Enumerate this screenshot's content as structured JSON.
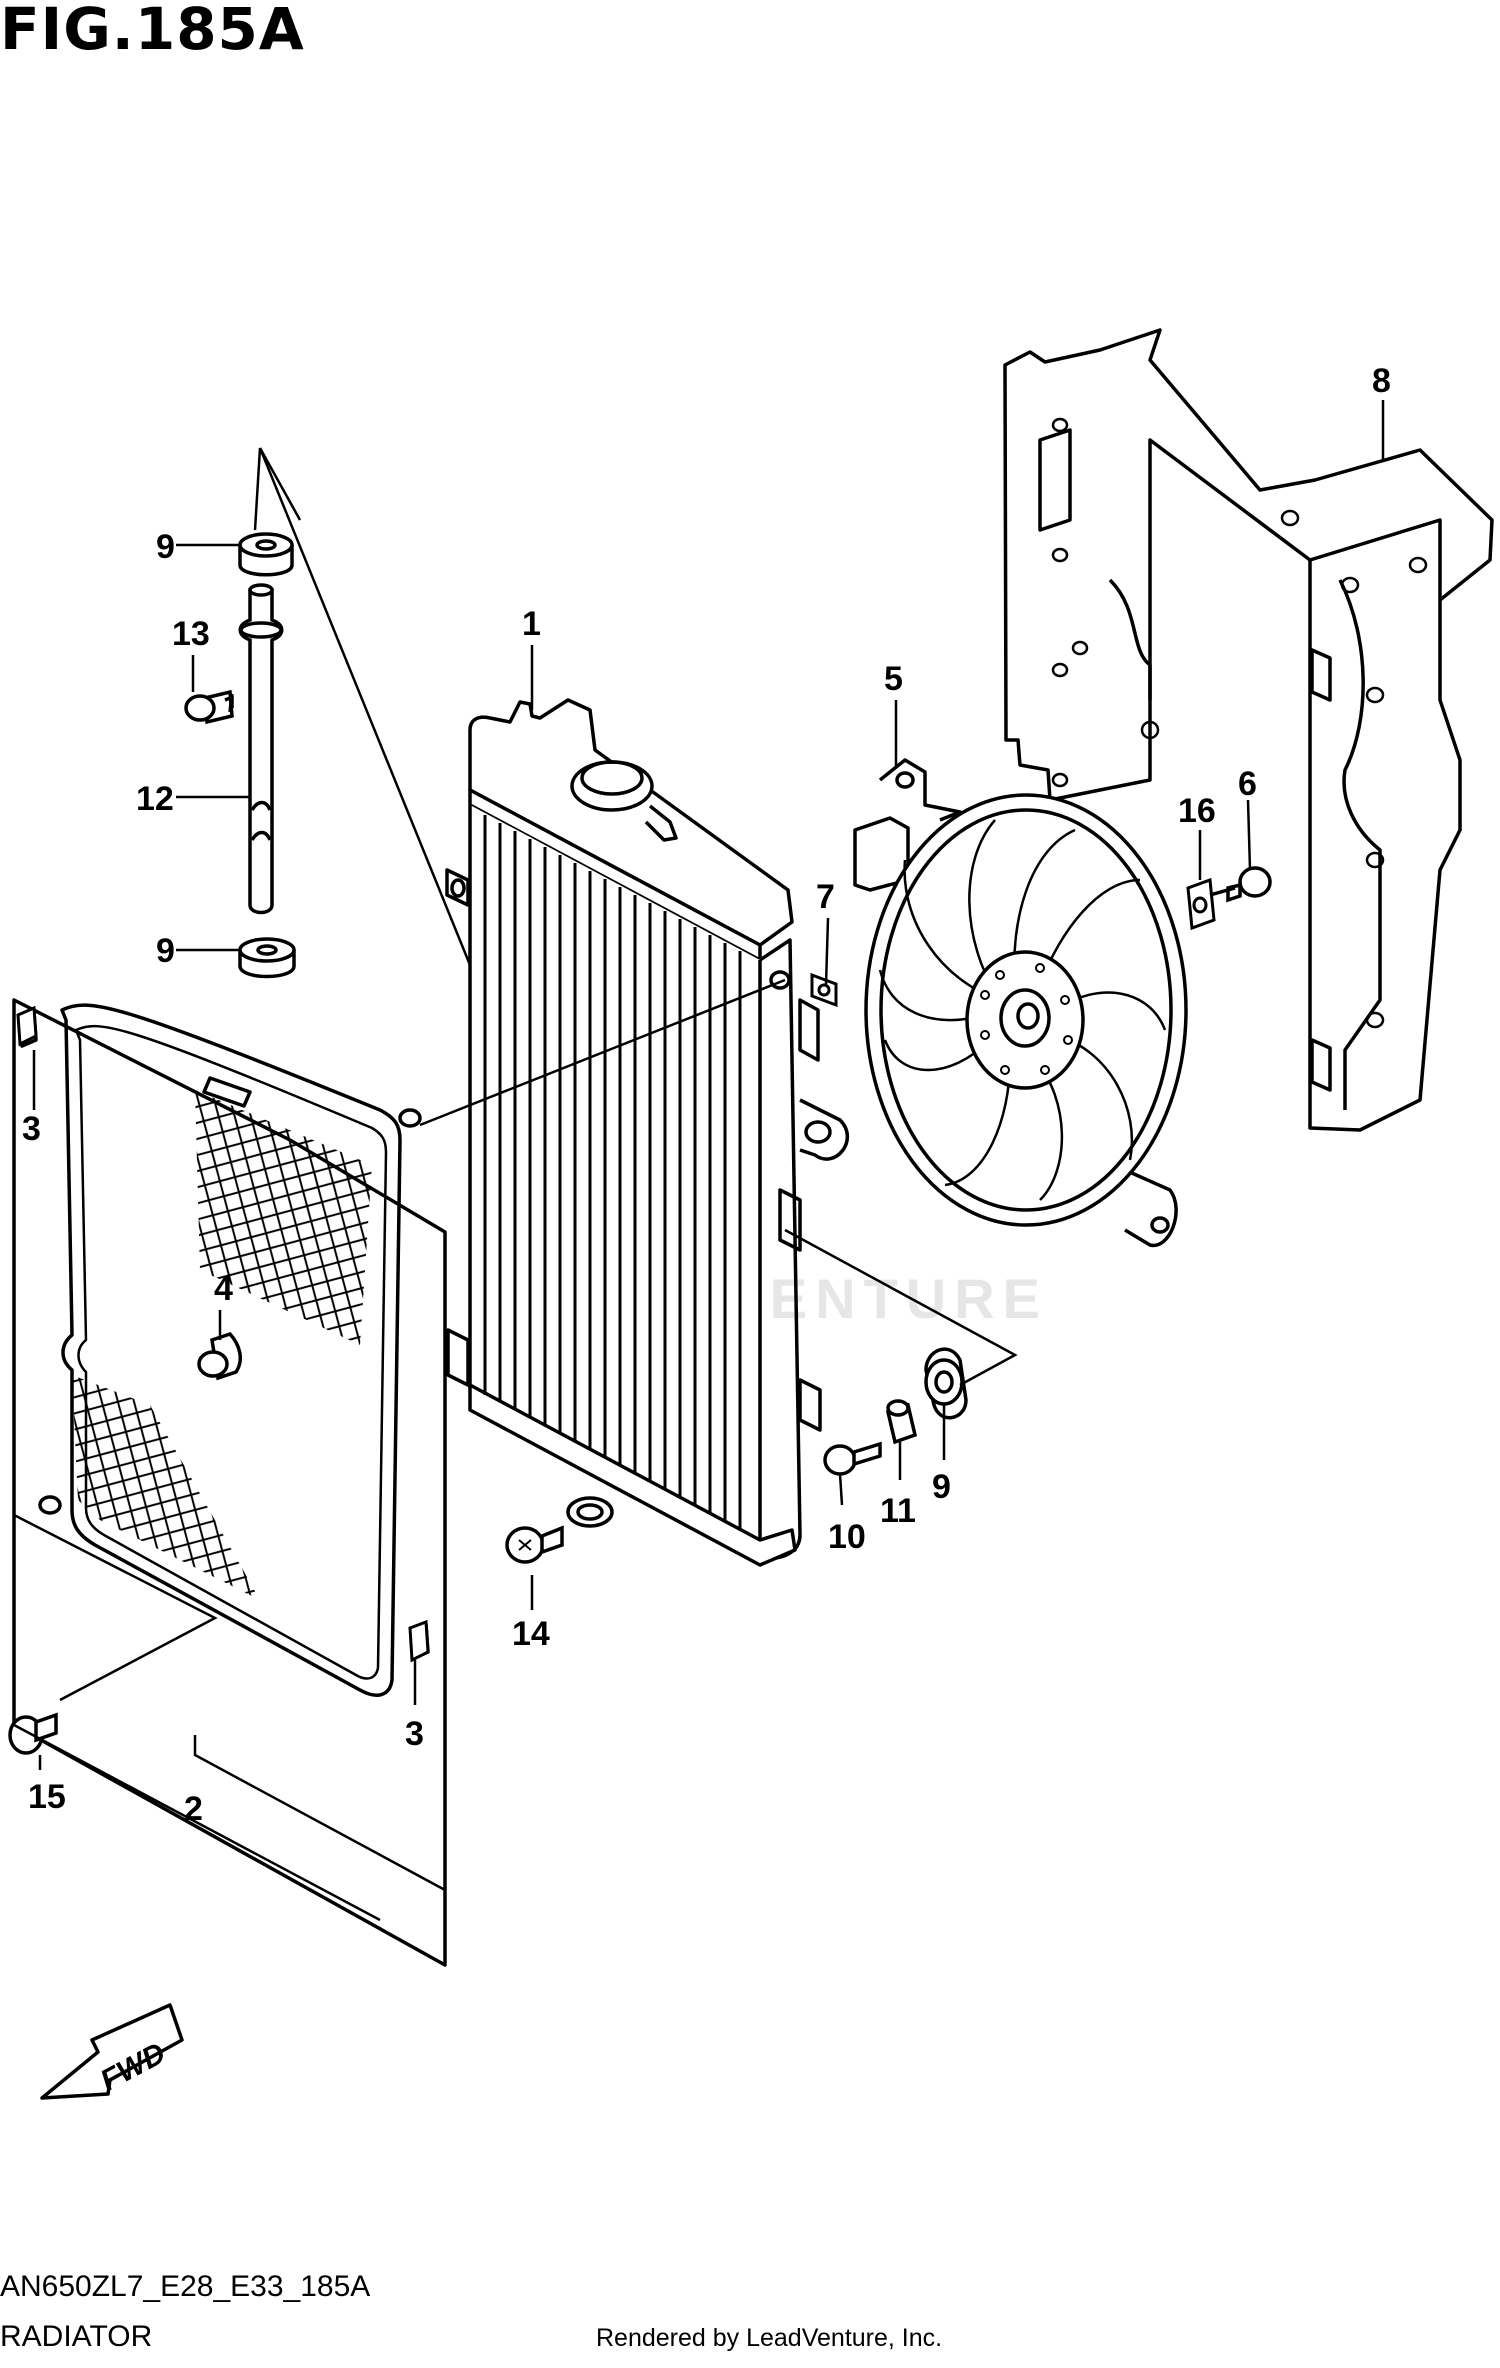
{
  "figure_title": "FIG.185A",
  "model_code": "AN650ZL7_E28_E33_185A",
  "section_name": "RADIATOR",
  "rendered_by": "Rendered by LeadVenture, Inc.",
  "watermark": "LEADVENTURE",
  "fwd_label": "FWD",
  "callouts": {
    "c1": "1",
    "c2": "2",
    "c3a": "3",
    "c3b": "3",
    "c4": "4",
    "c5": "5",
    "c6": "6",
    "c7": "7",
    "c8": "8",
    "c9a": "9",
    "c9b": "9",
    "c9c": "9",
    "c10": "10",
    "c11": "11",
    "c12": "12",
    "c13": "13",
    "c14": "14",
    "c15": "15",
    "c16": "16"
  },
  "colors": {
    "ink": "#000000",
    "paper": "#ffffff",
    "watermark": "#e6e6e6"
  }
}
